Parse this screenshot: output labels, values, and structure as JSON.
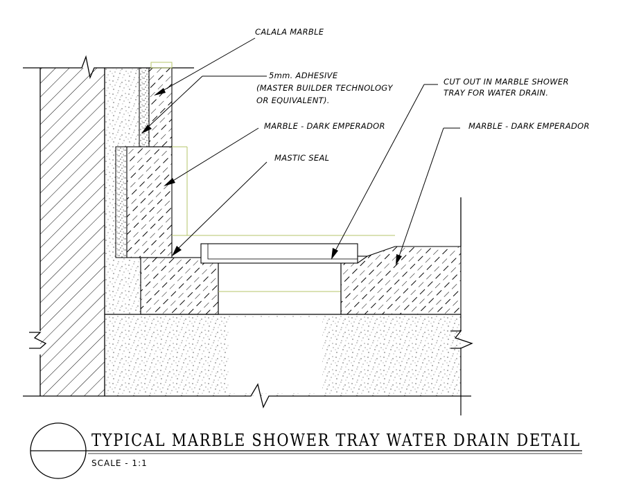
{
  "labels": {
    "calala": "CALALA MARBLE",
    "adhesive_1": "5mm. ADHESIVE",
    "adhesive_2": "(MASTER BUILDER TECHNOLOGY",
    "adhesive_3": "OR EQUIVALENT).",
    "emperador_left": "MARBLE - DARK EMPERADOR",
    "mastic": "MASTIC SEAL",
    "cutout_1": "CUT OUT IN MARBLE SHOWER",
    "cutout_2": "TRAY FOR WATER DRAIN.",
    "emperador_right": "MARBLE - DARK EMPERADOR"
  },
  "title": {
    "text": "TYPICAL MARBLE SHOWER TRAY WATER DRAIN DETAIL",
    "scale": "SCALE - 1:1"
  },
  "colors": {
    "line": "#000000",
    "guide": "#b5c46a"
  }
}
